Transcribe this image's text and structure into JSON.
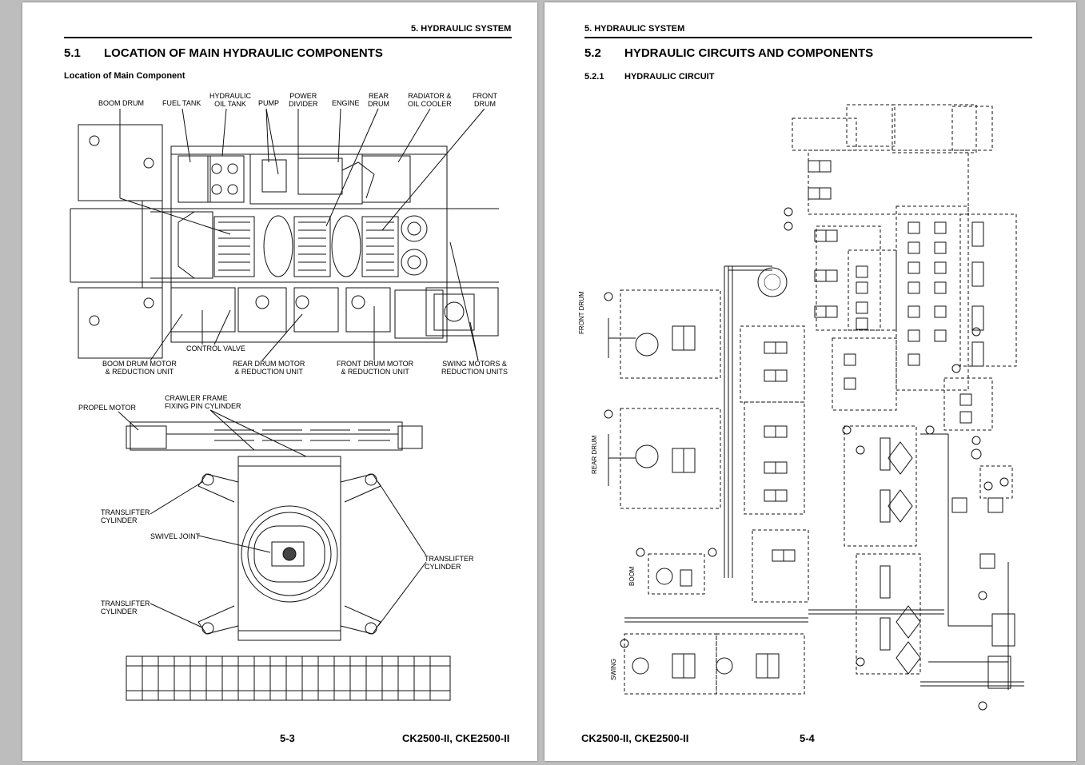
{
  "left_page": {
    "running_head": "5. HYDRAULIC SYSTEM",
    "section_number": "5.1",
    "section_title": "LOCATION OF MAIN HYDRAULIC COMPONENTS",
    "subheading": "Location of Main Component",
    "top_labels": {
      "boom_drum": "BOOM DRUM",
      "fuel_tank": "FUEL TANK",
      "hydraulic_oil_tank": "HYDRAULIC\nOIL TANK",
      "pump": "PUMP",
      "power_divider": "POWER\nDIVIDER",
      "engine": "ENGINE",
      "rear_drum": "REAR\nDRUM",
      "radiator_oil_cooler": "RADIATOR &\nOIL COOLER",
      "front_drum": "FRONT\nDRUM",
      "control_valve": "CONTROL VALVE",
      "boom_drum_motor": "BOOM DRUM MOTOR\n& REDUCTION UNIT",
      "rear_drum_motor": "REAR DRUM MOTOR\n& REDUCTION UNIT",
      "front_drum_motor": "FRONT DRUM MOTOR\n& REDUCTION UNIT",
      "swing_motors": "SWING MOTORS &\nREDUCTION UNITS"
    },
    "bottom_labels": {
      "propel_motor": "PROPEL MOTOR",
      "crawler_frame_pin": "CRAWLER FRAME\nFIXING PIN CYLINDER",
      "translifter_upper_left": "TRANSLIFTER\nCYLINDER",
      "swivel_joint": "SWIVEL JOINT",
      "translifter_right": "TRANSLIFTER\nCYLINDER",
      "translifter_lower_left": "TRANSLIFTER\nCYLINDER"
    },
    "page_number": "5-3",
    "model": "CK2500-II, CKE2500-II"
  },
  "right_page": {
    "running_head": "5. HYDRAULIC SYSTEM",
    "section_number": "5.2",
    "section_title": "HYDRAULIC CIRCUITS AND COMPONENTS",
    "subsection_number": "5.2.1",
    "subsection_title": "HYDRAULIC CIRCUIT",
    "circuit_labels": {
      "front_drum": "FRONT DRUM",
      "rear_drum": "REAR DRUM",
      "boom": "BOOM",
      "swing": "SWING"
    },
    "model": "CK2500-II, CKE2500-II",
    "page_number": "5-4"
  }
}
